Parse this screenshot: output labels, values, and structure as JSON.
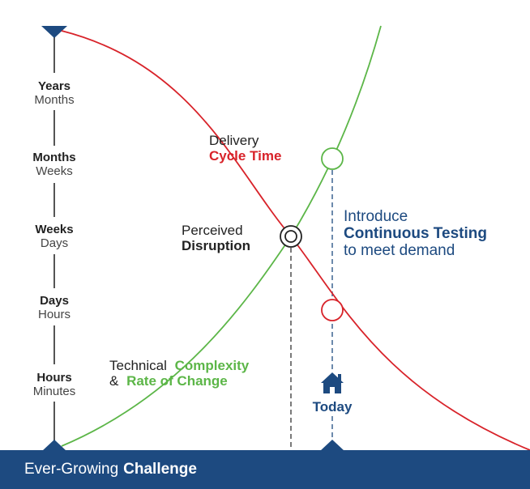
{
  "axis": {
    "levels": [
      {
        "primary": "Years",
        "secondary": "Months"
      },
      {
        "primary": "Months",
        "secondary": "Weeks"
      },
      {
        "primary": "Weeks",
        "secondary": "Days"
      },
      {
        "primary": "Days",
        "secondary": "Hours"
      },
      {
        "primary": "Hours",
        "secondary": "Minutes"
      }
    ]
  },
  "labels": {
    "delivery": {
      "line1": "Delivery",
      "line2": "Cycle Time"
    },
    "disruption": {
      "line1": "Perceived",
      "line2": "Disruption"
    },
    "complexity": {
      "prefix": "Technical",
      "highlight1": "Complexity",
      "amp": "&",
      "highlight2": "Rate of Change"
    },
    "continuous": {
      "line1": "Introduce",
      "line2": "Continuous Testing",
      "line3": "to meet demand"
    },
    "today": "Today"
  },
  "footer": {
    "regular": "Ever-Growing",
    "bold": "Challenge"
  },
  "colors": {
    "red": "#d8232a",
    "green": "#5cb648",
    "navy": "#1d4a80",
    "axis": "#555555",
    "text": "#222222"
  }
}
